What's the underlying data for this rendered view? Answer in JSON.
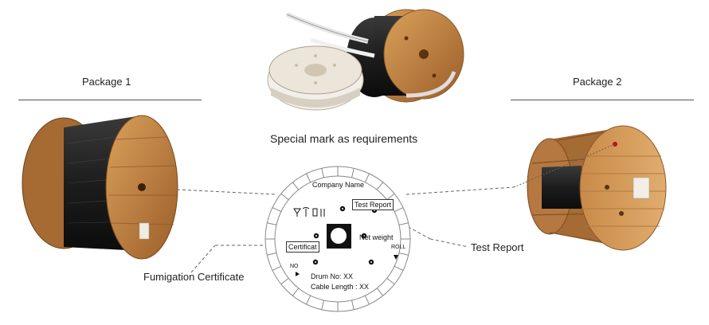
{
  "labels": {
    "package1": "Package 1",
    "package2": "Package 2",
    "special_mark": "Special mark as requirements",
    "fumigation": "Fumigation Certificate",
    "test_report": "Test Report"
  },
  "drum_face": {
    "company_name": "Company Name",
    "test_report": "Test Report",
    "net_weight": "Net weight",
    "certificate": "Certificat",
    "roll": "ROLL",
    "no": "NO",
    "drum_no": "Drum No: XX",
    "cable_length": "Cable Length : XX"
  },
  "icons": [
    "handling-symbols-icon",
    "arrow-icon"
  ]
}
